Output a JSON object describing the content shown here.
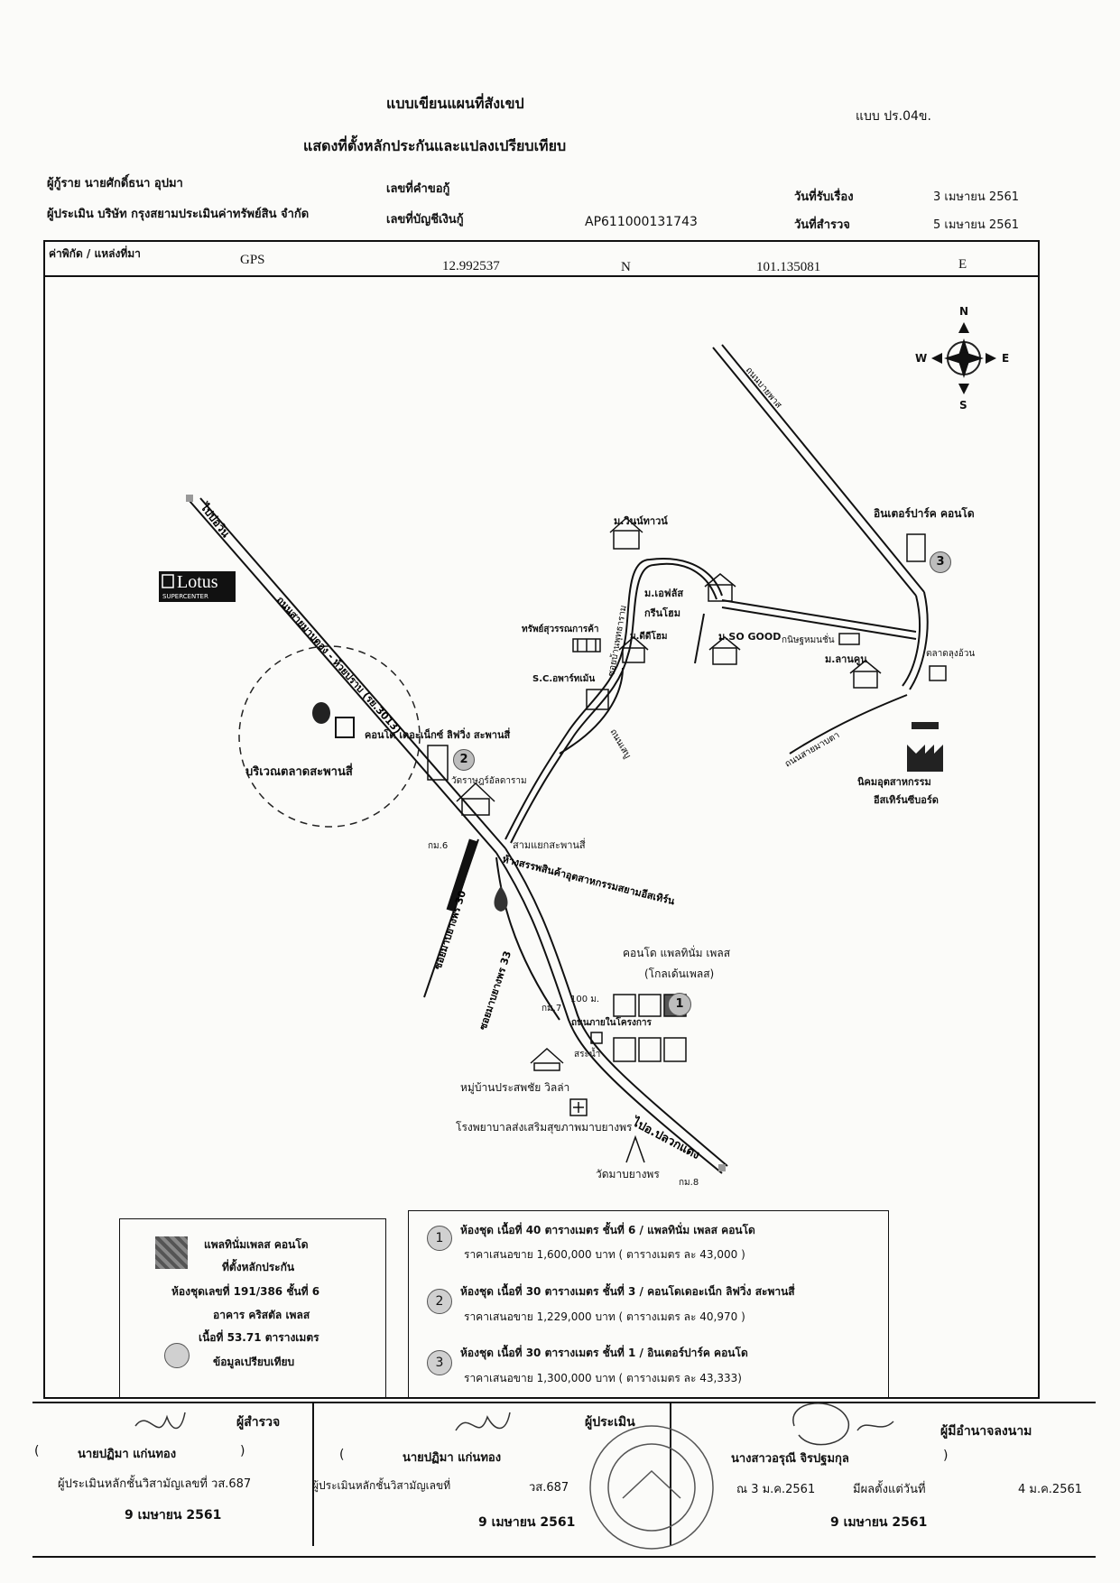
{
  "header": {
    "title_line1": "แบบเขียนแผนที่สังเขป",
    "title_line2": "แสดงที่ตั้งหลักประกันและแปลงเปรียบเทียบ",
    "form_code": "แบบ ปร.04ข.",
    "borrower_label": "ผู้กู้ราย นายศักดิ์ธนา  อุปมา",
    "request_no_label": "เลขที่คำขอกู้",
    "appraiser_label": "ผู้ประเมิน บริษัท กรุงสยามประเมินค่าทรัพย์สิน จำกัด",
    "account_no_label": "เลขที่บัญชีเงินกู้",
    "account_no": "AP611000131743",
    "received_label": "วันที่รับเรื่อง",
    "received_date": "3 เมษายน 2561",
    "survey_label": "วันที่สำรวจ",
    "survey_date": "5 เมษายน 2561"
  },
  "coords": {
    "label": "ค่าพิกัด / แหล่งที่มา",
    "source": "GPS",
    "lat": "12.992537",
    "lat_dir": "N",
    "lon": "101.135081",
    "lon_dir": "E"
  },
  "compass": {
    "n": "N",
    "s": "S",
    "e": "E",
    "w": "W"
  },
  "map_labels": {
    "to_bo_win": "ไปบ่อวิน",
    "lotus": "Lotus",
    "lotus_sub": "SUPERCENTER",
    "road_main": "ถนนสายมาบตอง - ห้วยปราบ (รย.3013)",
    "market_area": "บริเวณตลาดสะพานสี่",
    "condo_2": "คอนโด เดอะเน็กซ์ ลิฟวิ่ง สะพานสี่",
    "temple_1": "วัดราษฎร์อัลดาราม",
    "km6": "กม.6",
    "junction": "สามแยกสะพานสี่",
    "mall": "ห้างสรรพสินค้าอุตสาหกรรมสยามอีสเทิร์น",
    "soi_30": "ซอยมาบยางพร 30",
    "soi_33": "ซอยมาบยางพร 33",
    "winnie_town": "ม.วินน์ทาวน์",
    "evolve": "ม.เอฟลัส",
    "green_home": "กรีนโฮม",
    "dee_home": "ม.ดีดีโฮม",
    "soi_phuttha": "ซอยบ้านพุทธาราม",
    "gold_shop": "ทรัพย์สุวรรณการค้า",
    "sc_apartment": "S.C.อพาร์ทเม้น",
    "road_sebu": "ถนนเสบู",
    "so_good": "ม.SO GOOD",
    "guesthouse": "กนิษฐหมนชั่น",
    "lanna": "ม.ลานคูน",
    "market_2": "ตลาดลุงอ้วน",
    "interpark": "อินเตอร์ปาร์ค คอนโด",
    "road_tr": "ถนนบายพาส",
    "road_bypass": "ถนนสายมาบตา",
    "estate": "นิคมอุตสาหกรรม",
    "estate_2": "อีสเทิร์นซีบอร์ด",
    "condo_1": "คอนโด แพลทินั่ม เพลส",
    "condo_1_sub": "(โกลเด้นเพลส)",
    "km7": "กม.7",
    "dist": "100 ม.",
    "project_road": "ถนนภายในโครงการ",
    "pond": "สระน้ำ",
    "village": "หมู่บ้านประสพชัย วิลล่า",
    "hospital": "โรงพยาบาลส่งเสริมสุขภาพมาบยางพร",
    "to_pluak_daeng": "ไปอ.ปลวกแดง",
    "temple_2": "วัดมาบยางพร",
    "km8": "กม.8"
  },
  "legend": {
    "subject_lines": [
      "แพลทินั่มเพลส คอนโด",
      "ที่ตั้งหลักประกัน",
      "ห้องชุดเลขที่ 191/386  ชั้นที่ 6",
      "อาคาร คริสตัล  เพลส",
      "เนื้อที่ 53.71 ตารางเมตร"
    ],
    "compare_label": "ข้อมูลเปรียบเทียบ",
    "comparables": [
      {
        "num": "1",
        "line1": "ห้องชุด เนื้อที่ 40 ตารางเมตร ชั้นที่ 6 / แพลทินั่ม เพลส คอนโด",
        "line2": "ราคาเสนอขาย 1,600,000 บาท ( ตารางเมตร ละ 43,000 )"
      },
      {
        "num": "2",
        "line1": "ห้องชุด เนื้อที่ 30 ตารางเมตร ชั้นที่ 3 / คอนโดเดอะเน็ก ลิฟวิ่ง สะพานสี่",
        "line2": "ราคาเสนอขาย 1,229,000 บาท ( ตารางเมตร ละ 40,970 )"
      },
      {
        "num": "3",
        "line1": "ห้องชุด เนื้อที่ 30 ตารางเมตร ชั้นที่ 1 / อินเตอร์ปาร์ค คอนโด",
        "line2": "ราคาเสนอขาย 1,300,000 บาท ( ตารางเมตร ละ 43,333)"
      }
    ]
  },
  "footer": {
    "surveyor_role": "ผู้สำรวจ",
    "surveyor_name": "นายปฏิมา  แก่นทอง",
    "surveyor_license": "ผู้ประเมินหลักชั้นวิสามัญเลขที่  วส.687",
    "surveyor_date": "9 เมษายน 2561",
    "appraiser_role": "ผู้ประเมิน",
    "appraiser_name": "นายปฏิมา  แก่นทอง",
    "appraiser_license": "ผู้ประเมินหลักชั้นวิสามัญเลขที่",
    "appraiser_license_no": "วส.687",
    "appraiser_date": "9 เมษายน 2561",
    "signer_role": "ผู้มีอำนาจลงนาม",
    "signer_name": "นางสาวอรุณี  จิรปฐมกุล",
    "signer_valid": "ณ 3 ม.ค.2561",
    "signer_effective": "มีผลตั้งแต่วันที่",
    "signer_effective_date": "4 ม.ค.2561",
    "signer_date": "9 เมษายน 2561",
    "paren_open": "(",
    "paren_close": ")"
  }
}
